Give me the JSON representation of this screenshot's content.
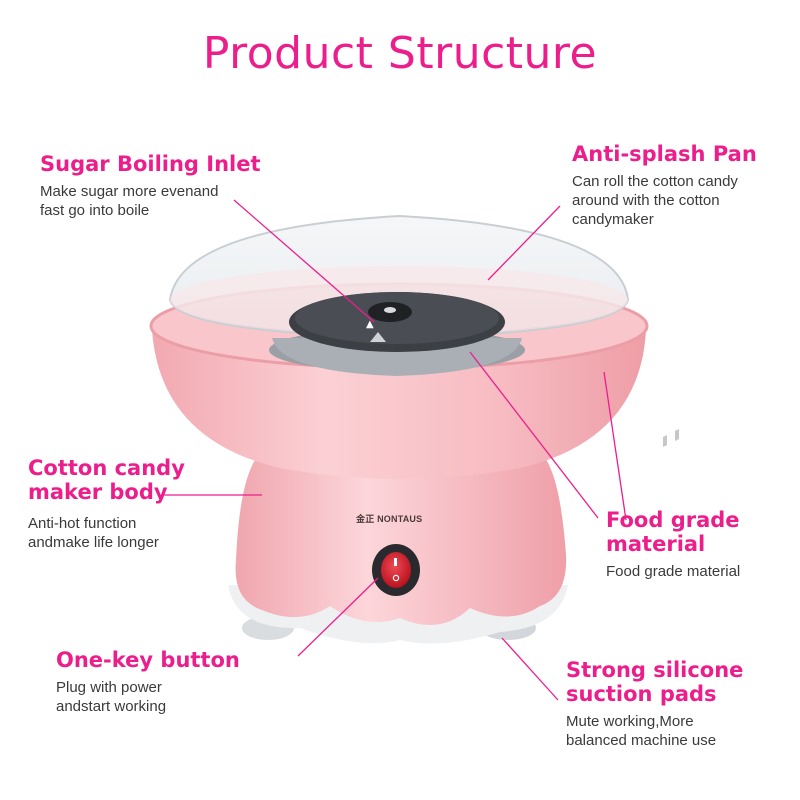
{
  "title": "Product Structure",
  "brand_text": "金正 NONTAUS",
  "colors": {
    "accent": "#ec1e8c",
    "body": "#f5b7bd",
    "text": "#3a3a3a"
  },
  "features": {
    "sugar_inlet": {
      "heading": "Sugar Boiling Inlet",
      "desc": [
        "Make sugar more evenand",
        "fast go into boile"
      ]
    },
    "anti_splash": {
      "heading": "Anti-splash Pan",
      "desc": [
        "Can roll the cotton candy",
        "around with the cotton",
        "candymaker"
      ]
    },
    "body": {
      "heading": [
        "Cotton candy",
        "maker body"
      ],
      "desc": [
        "Anti-hot function",
        "andmake life longer"
      ]
    },
    "food_grade": {
      "heading": [
        "Food grade",
        "material"
      ],
      "desc": [
        "Food grade material"
      ]
    },
    "one_key": {
      "heading": "One-key button",
      "desc": [
        "Plug with power",
        "andstart working"
      ]
    },
    "suction": {
      "heading": [
        "Strong silicone",
        "suction pads"
      ],
      "desc": [
        "Mute working,More",
        "balanced machine use"
      ]
    }
  }
}
